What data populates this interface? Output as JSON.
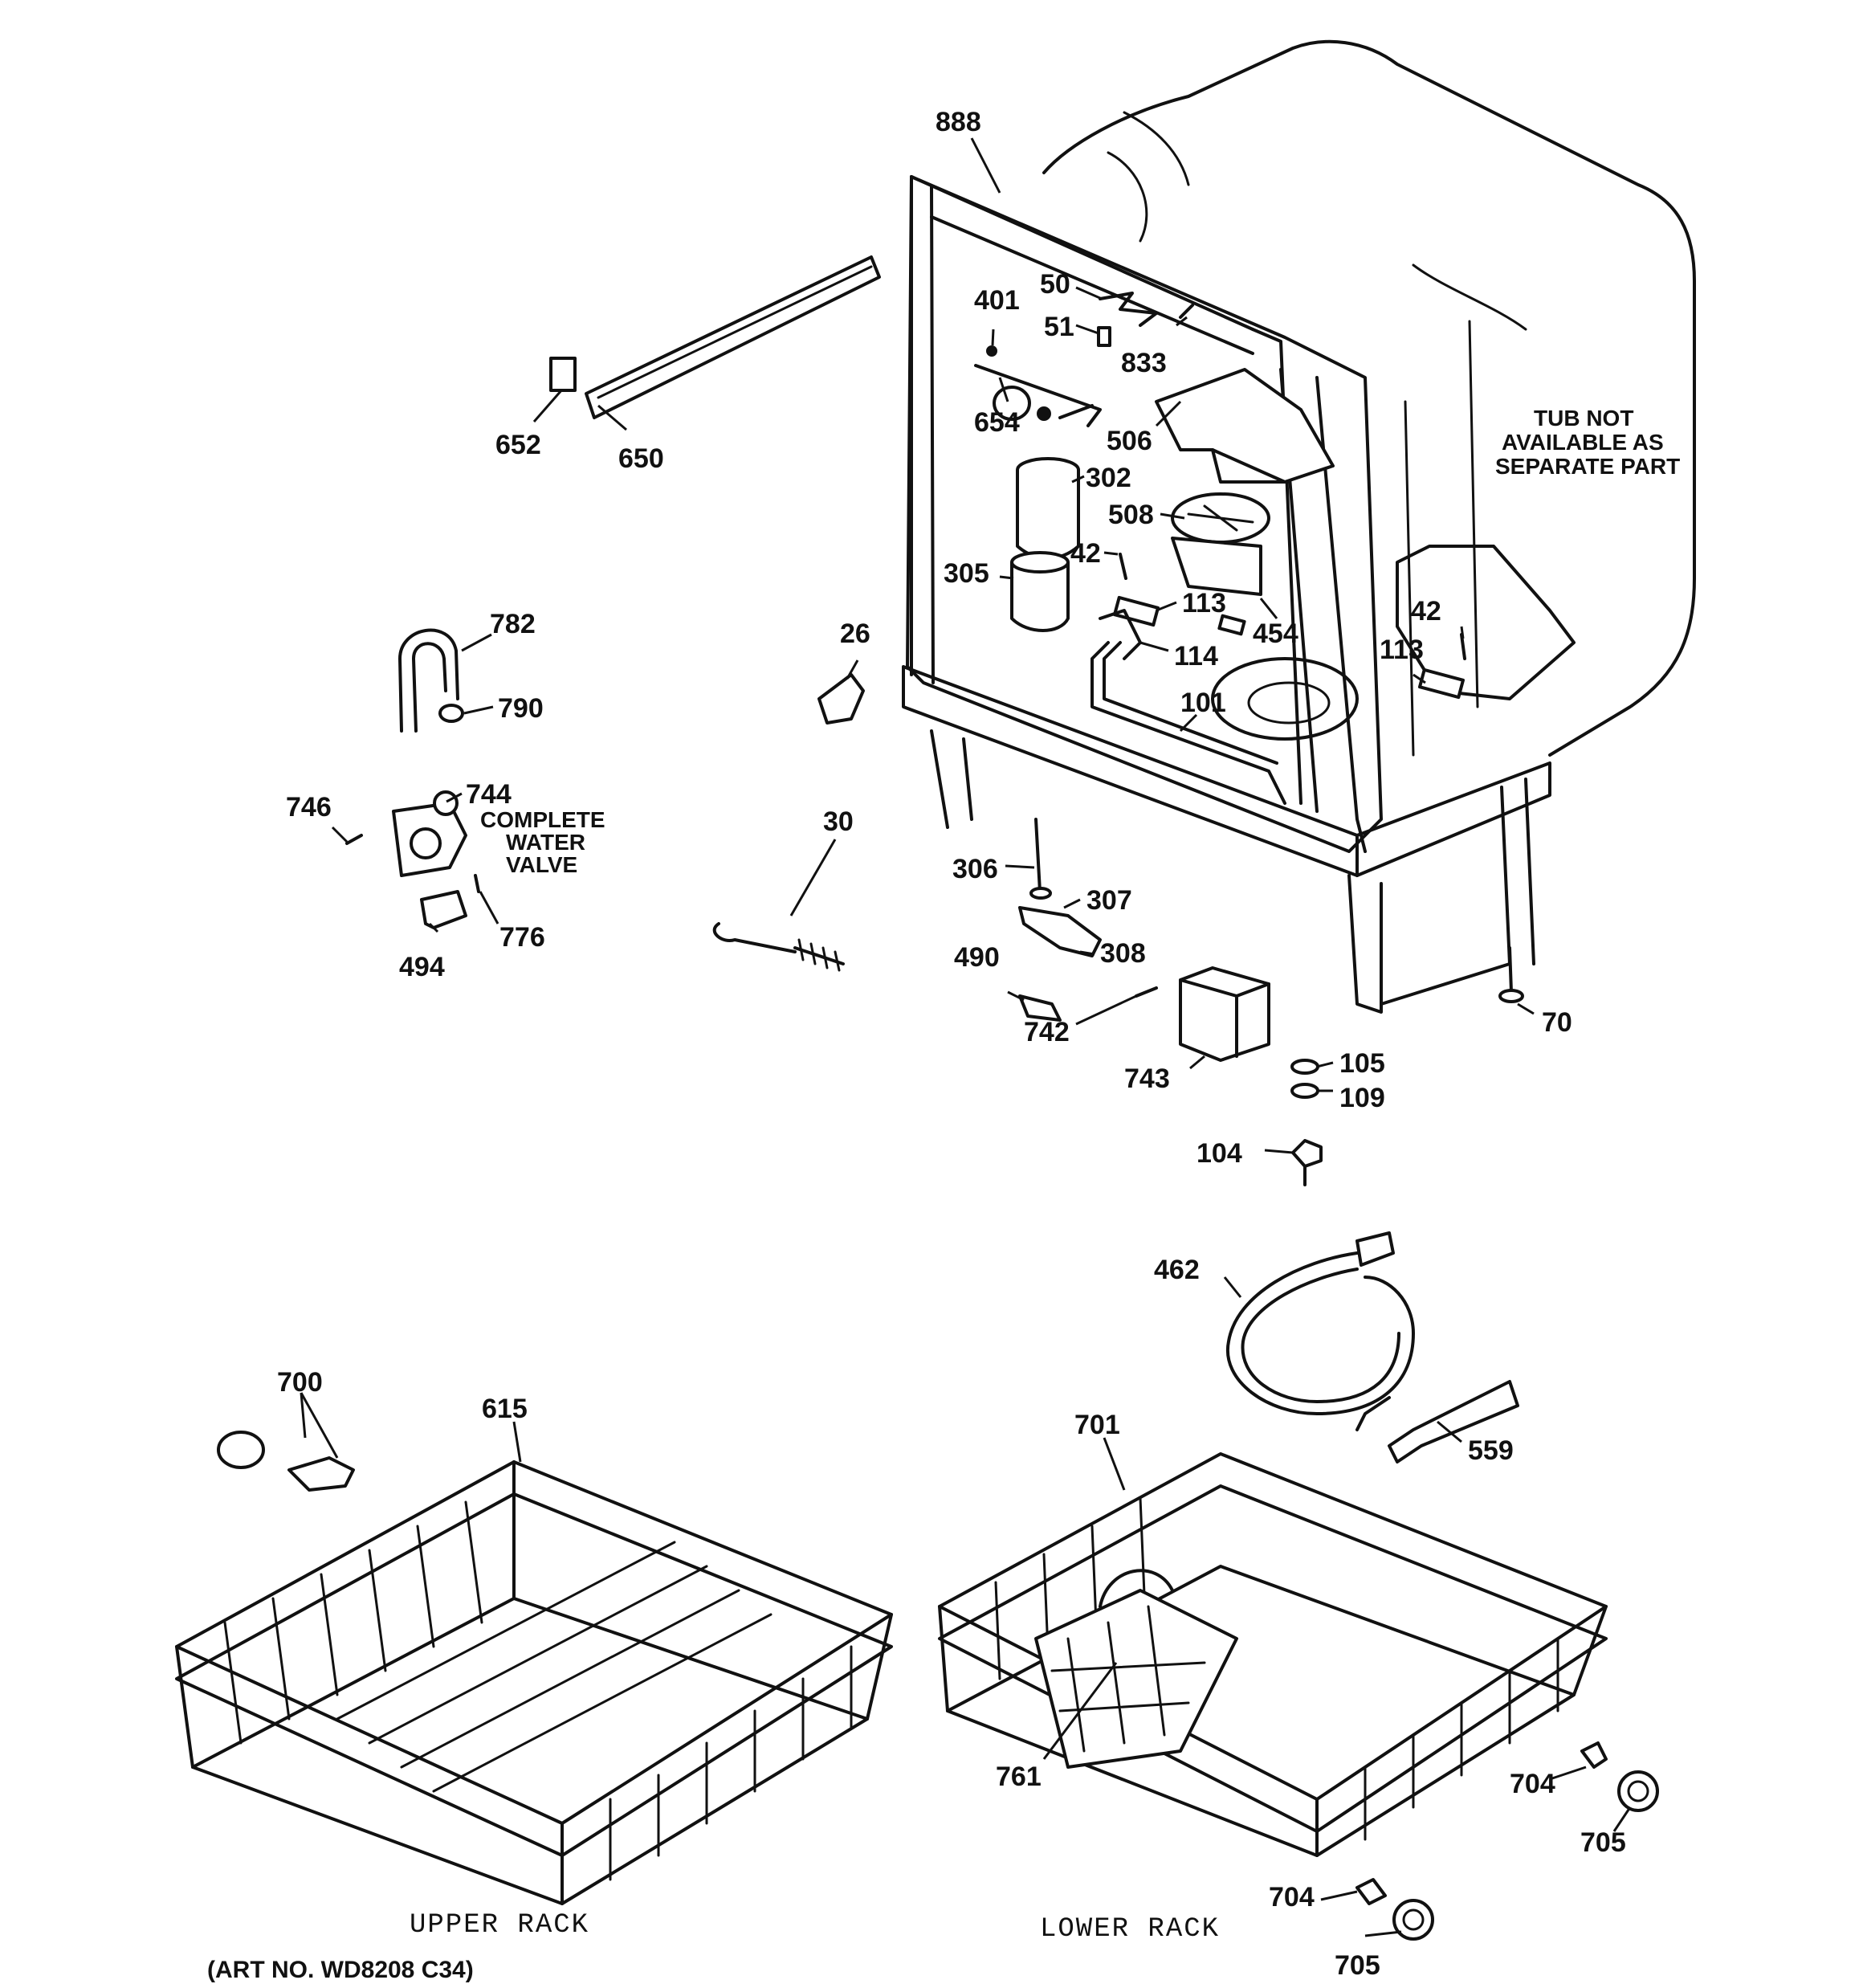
{
  "parts": {
    "p888": "888",
    "p50": "50",
    "p401": "401",
    "p51": "51",
    "p833": "833",
    "p652": "652",
    "p650": "650",
    "p654": "654",
    "p506": "506",
    "p302": "302",
    "p508": "508",
    "p42a": "42",
    "p305": "305",
    "p113a": "113",
    "p454": "454",
    "p42b": "42",
    "p113b": "113",
    "p114": "114",
    "p101": "101",
    "p782": "782",
    "p790": "790",
    "p26": "26",
    "p746": "746",
    "p744": "744",
    "p30": "30",
    "p306": "306",
    "p307": "307",
    "p494": "494",
    "p776": "776",
    "p490": "490",
    "p308": "308",
    "p742": "742",
    "p743": "743",
    "p70": "70",
    "p105": "105",
    "p109": "109",
    "p104": "104",
    "p462": "462",
    "p700": "700",
    "p615": "615",
    "p701": "701",
    "p559": "559",
    "p761": "761",
    "p704a": "704",
    "p705a": "705",
    "p704b": "704",
    "p705b": "705"
  },
  "notes": {
    "tub_line1": "TUB NOT",
    "tub_line2": "AVAILABLE AS",
    "tub_line3": "SEPARATE PART",
    "valve_line1": "COMPLETE",
    "valve_line2": "WATER",
    "valve_line3": "VALVE"
  },
  "captions": {
    "upper_rack": "UPPER RACK",
    "lower_rack": "LOWER RACK",
    "art_no": "(ART NO. WD8208 C34)"
  }
}
